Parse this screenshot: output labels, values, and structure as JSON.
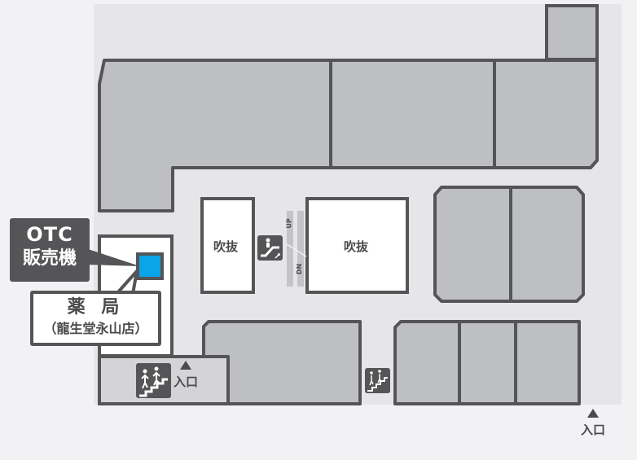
{
  "map": {
    "colors": {
      "background": "#f2f2f4",
      "floor": "#e6e6e8",
      "store_fill": "#bebfc1",
      "wall": "#555557",
      "void_fill": "#ffffff",
      "stair_area": "#d4d4d6",
      "vending_machine": "#0aa5e8",
      "icon_bg": "#555557"
    },
    "voids": [
      {
        "label": "吹抜"
      },
      {
        "label": "吹抜"
      }
    ],
    "escalator": {
      "up_label": "UP",
      "down_label": "DN",
      "icon": "escalator-icon"
    },
    "stairs": [
      {
        "icon": "stairs-icon",
        "position": "bottom-left"
      },
      {
        "icon": "stairs-icon",
        "position": "bottom-center"
      }
    ],
    "entrances": [
      {
        "label": "入口",
        "icon": "up-triangle-icon",
        "position": "bottom-left"
      },
      {
        "label": "入口",
        "icon": "up-triangle-icon",
        "position": "bottom-right"
      }
    ],
    "callouts": {
      "otc": {
        "line1": "OTC",
        "line2": "販売機"
      },
      "pharmacy": {
        "line1": "薬 局",
        "line2": "（龍生堂永山店）"
      }
    }
  }
}
